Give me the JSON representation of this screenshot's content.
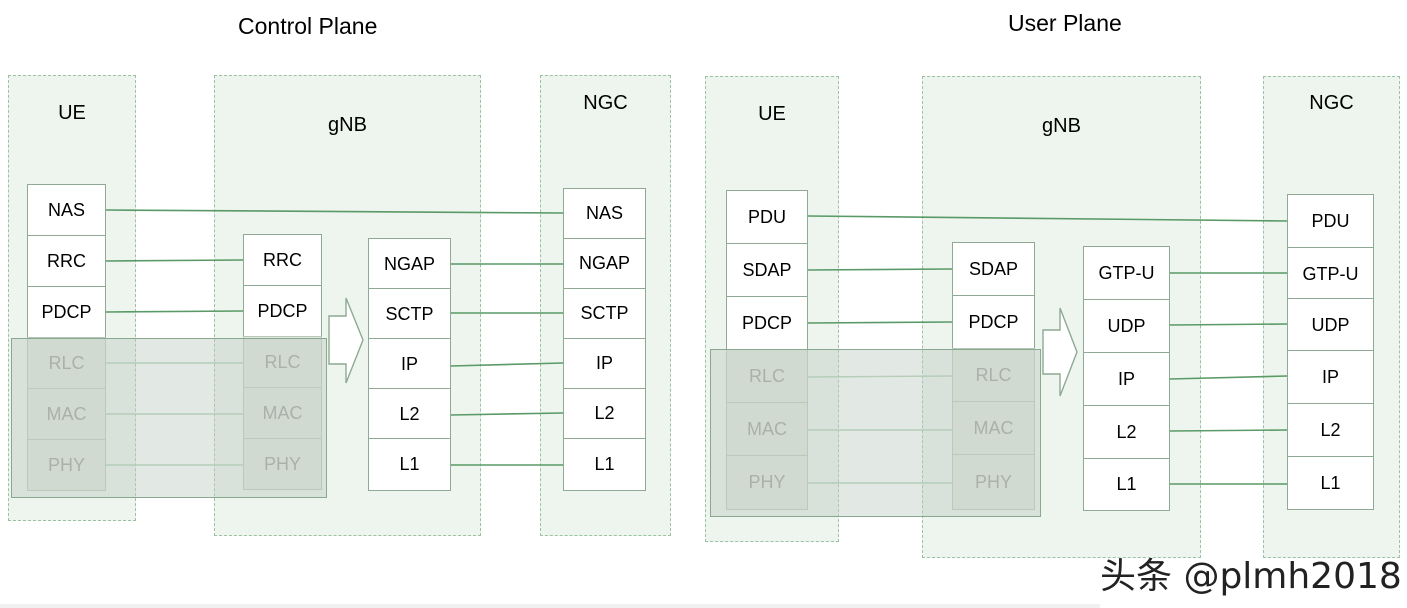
{
  "control_plane": {
    "title": "Control Plane",
    "ue": {
      "label": "UE",
      "layers": [
        "NAS",
        "RRC",
        "PDCP",
        "RLC",
        "MAC",
        "PHY"
      ]
    },
    "gnb": {
      "label": "gNB",
      "left_stack": [
        "RRC",
        "PDCP",
        "RLC",
        "MAC",
        "PHY"
      ],
      "right_stack": [
        "NGAP",
        "SCTP",
        "IP",
        "L2",
        "L1"
      ]
    },
    "ngc": {
      "label": "NGC",
      "layers": [
        "NAS",
        "NGAP",
        "SCTP",
        "IP",
        "L2",
        "L1"
      ]
    }
  },
  "user_plane": {
    "title": "User Plane",
    "ue": {
      "label": "UE",
      "layers": [
        "PDU",
        "SDAP",
        "PDCP",
        "RLC",
        "MAC",
        "PHY"
      ]
    },
    "gnb": {
      "label": "gNB",
      "left_stack": [
        "SDAP",
        "PDCP",
        "RLC",
        "MAC",
        "PHY"
      ],
      "right_stack": [
        "GTP-U",
        "UDP",
        "IP",
        "L2",
        "L1"
      ]
    },
    "ngc": {
      "label": "NGC",
      "layers": [
        "PDU",
        "GTP-U",
        "UDP",
        "IP",
        "L2",
        "L1"
      ]
    }
  },
  "watermark": "头条 @plmh2018",
  "colors": {
    "group_fill": "#edf5ee",
    "line": "#5a9a67",
    "dim_line": "#b5cdb9"
  }
}
